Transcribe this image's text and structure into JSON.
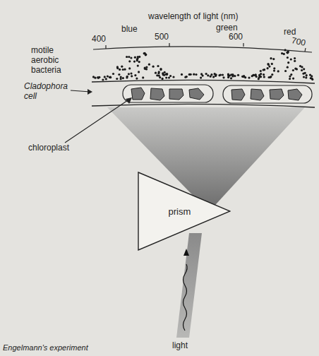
{
  "diagram": {
    "caption": "Engelmann's experiment",
    "nodes": [
      {
        "text": [
          "prism"
        ]
      }
    ],
    "labels": [
      "wavelength of light (nm)",
      "blue",
      "green",
      "red",
      "400",
      "500",
      "600",
      "700",
      "motile aerobic bacteria",
      "Cladophora cell",
      "chloroplast",
      "light"
    ]
  }
}
